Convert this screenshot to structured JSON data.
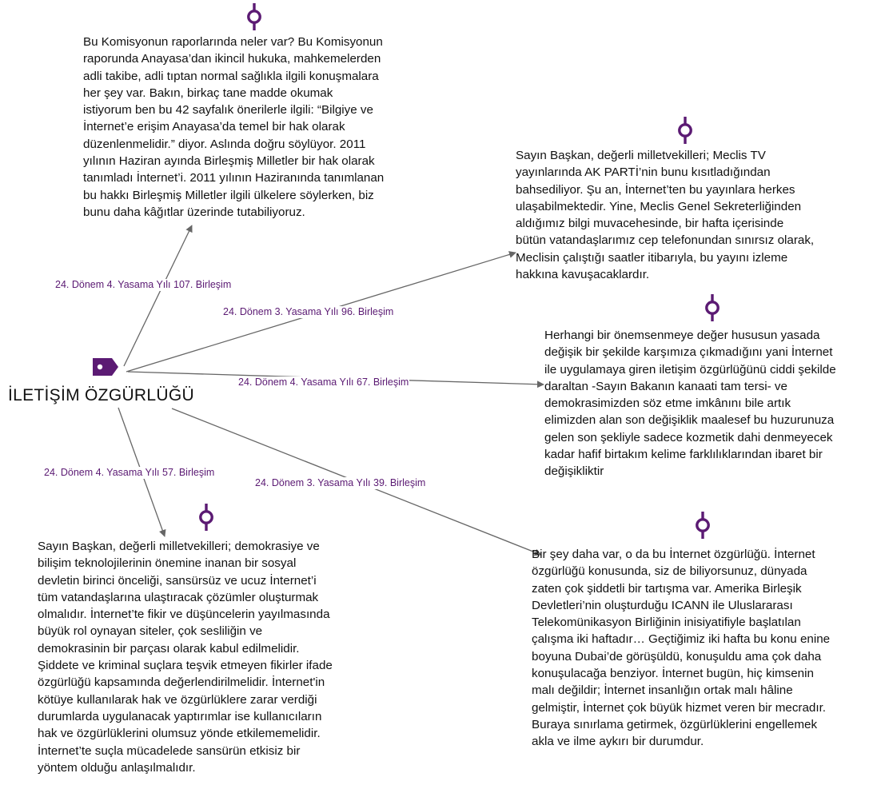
{
  "central_topic": {
    "label": "İLETİŞİM ÖZGÜRLÜĞÜ",
    "icon": "tag-icon"
  },
  "accent_color": "#5b1a73",
  "edge_color": "#666666",
  "quote_icon": "quote-pin-icon",
  "edges": [
    {
      "label": "24. Dönem 4. Yasama Yılı 107. Birleşim"
    },
    {
      "label": "24. Dönem 3. Yasama Yılı 96. Birleşim"
    },
    {
      "label": "24. Dönem 4. Yasama Yılı 67. Birleşim"
    },
    {
      "label": "24. Dönem 4. Yasama Yılı 57. Birleşim"
    },
    {
      "label": "24. Dönem 3. Yasama Yılı 39. Birleşim"
    }
  ],
  "quotes": [
    {
      "text": "Bu Komisyonun raporlarında neler var? Bu Komisyonun\nraporunda Anayasa’dan ikincil hukuka, mahkemelerden\nadli takibe, adli tıptan normal sağlıkla ilgili konuşmalara\nher şey var. Bakın, birkaç tane madde okumak\nistiyorum ben bu 42 sayfalık önerilerle ilgili: “Bilgiye ve\nİnternet’e erişim Anayasa’da temel bir hak olarak\ndüzenlenmelidir.” diyor. Aslında doğru söylüyor. 2011\nyılının Haziran ayında Birleşmiş Milletler bir hak olarak\ntanımladı İnternet’i. 2011 yılının Haziranında tanımlanan\nbu hakkı Birleşmiş Milletler ilgili ülkelere söylerken, biz\nbunu daha kâğıtlar üzerinde tutabiliyoruz."
    },
    {
      "text": "Sayın Başkan, değerli milletvekilleri; Meclis TV\nyayınlarında AK PARTİ’nin bunu kısıtladığından\nbahsediliyor. Şu an, İnternet’ten bu yayınlara herkes\nulaşabilmektedir. Yine, Meclis Genel Sekreterliğinden\naldığımız bilgi muvacehesinde, bir hafta içerisinde\nbütün vatandaşlarımız cep telefonundan sınırsız olarak,\nMeclisin çalıştığı saatler itibarıyla, bu yayını izleme\nhakkına kavuşacaklardır."
    },
    {
      "text": "Herhangi bir önemsenmeye değer hususun yasada\ndeğişik bir şekilde karşımıza çıkmadığını yani İnternet\nile uygulamaya giren iletişim özgürlüğünü ciddi şekilde\ndaraltan -Sayın Bakanın kanaati tam tersi- ve\ndemokrasimizden söz etme imkânını bile artık\nelimizden alan son değişiklik maalesef bu huzurunuza\ngelen son şekliyle sadece kozmetik dahi denmeyecek\nkadar hafif birtakım kelime farklılıklarından ibaret bir\ndeğişikliktir"
    },
    {
      "text": "Sayın Başkan, değerli milletvekilleri; demokrasiye ve\nbilişim teknolojilerinin önemine inanan bir sosyal\ndevletin birinci önceliği, sansürsüz ve ucuz İnternet’i\ntüm vatandaşlarına ulaştıracak çözümler oluşturmak\nolmalıdır. İnternet’te fikir ve düşüncelerin yayılmasında\nbüyük rol oynayan siteler, çok sesliliğin ve\ndemokrasinin bir parçası olarak kabul edilmelidir.\nŞiddete ve kriminal suçlara teşvik etmeyen fikirler ifade\nözgürlüğü kapsamında değerlendirilmelidir. İnternet'in\nkötüye kullanılarak hak ve özgürlüklere zarar verdiği\ndurumlarda uygulanacak yaptırımlar ise kullanıcıların\nhak ve özgürlüklerini olumsuz yönde etkilememelidir.\nİnternet’te suçla mücadelede sansürün etkisiz bir\nyöntem olduğu anlaşılmalıdır."
    },
    {
      "text": "Bir şey daha var, o da bu İnternet özgürlüğü. İnternet\nözgürlüğü konusunda, siz de biliyorsunuz, dünyada\nzaten çok şiddetli bir tartışma var. Amerika Birleşik\nDevletleri’nin oluşturduğu ICANN ile Uluslararası\nTelekomünikasyon Birliğinin inisiyatifiyle başlatılan\nçalışma iki haftadır… Geçtiğimiz iki hafta bu konu enine\nboyuna Dubai’de görüşüldü, konuşuldu ama çok daha\nkonuşulacağa benziyor. İnternet bugün, hiç kimsenin\nmalı değildir; İnternet insanlığın ortak malı hâline\ngelmiştir, İnternet çok büyük hizmet veren bir mecradır.\nBuraya sınırlama getirmek, özgürlüklerini engellemek\nakla ve ilme aykırı bir durumdur."
    }
  ]
}
